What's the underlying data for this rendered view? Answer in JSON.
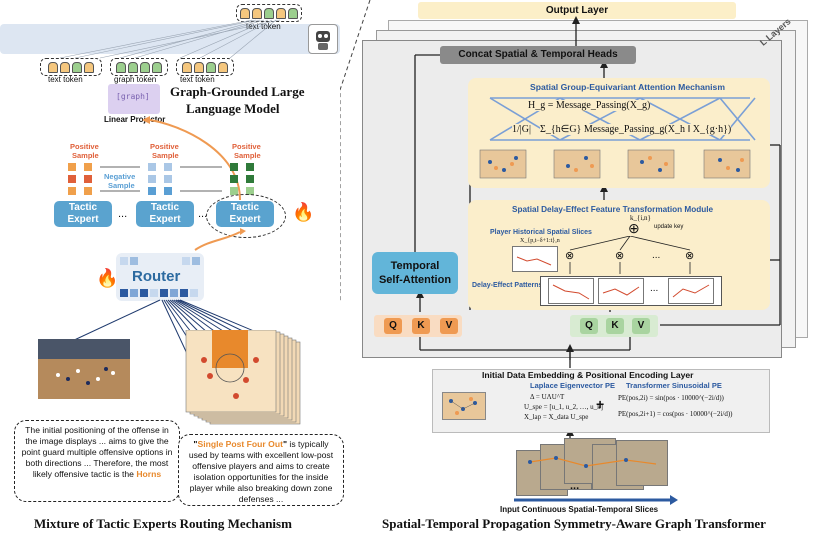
{
  "left": {
    "llm_title_line1": "Graph-Grounded Large",
    "llm_title_line2": "Language Model",
    "text_token_label": "text token",
    "graph_token_label": "graph token",
    "graph_box_text": "[graph]",
    "projector_label": "Linear Projector",
    "positive_sample": [
      "Positive",
      "Sample"
    ],
    "negative_sample": [
      "Negative",
      "Sample"
    ],
    "expert_label_line1": "Tactic",
    "expert_label_line2": "Expert",
    "ellipsis": "...",
    "router_label": "Router",
    "left_caption": "The initial positioning of the offense in the image displays ... aims to give the point guard multiple offensive options in both directions ... Therefore, the most likely offensive tactic is the",
    "left_caption_highlight": "Horns",
    "right_caption_quote": "Single Post Four Out",
    "right_caption": "is typically used by teams with excellent low-post offensive players and aims to create isolation opportunities for the inside player while also breaking down zone defenses ...",
    "section_title": "Mixture of Tactic Experts Routing Mechanism"
  },
  "right": {
    "output_layer": "Output Layer",
    "l_layers": "L Layers",
    "concat": "Concat Spatial & Temporal Heads",
    "sgea_title": "Spatial Group-Equivariant Attention Mechanism",
    "sgea_eq1": "H_g = Message_Passing(X_g)",
    "sgea_eq2_frac": "1/|G|",
    "sgea_eq2": "Σ_{h∈G} Message_Passing_g(X_h ‖ X_{g·h})",
    "sdet_title": "Spatial Delay-Effect Feature Transformation Module",
    "k_label": "k_{i,n}",
    "update_key": "update key",
    "player_slices": "Player Historical Spatial Slices",
    "x_slice": "X_{p,t−δ+1:t},n",
    "delay_patterns": "Delay-Effect Patterns",
    "ellipsis": "...",
    "temporal_line1": "Temporal",
    "temporal_line2": "Self-Attention",
    "q": "Q",
    "k": "K",
    "v": "V",
    "embed_title": "Initial Data Embedding & Positional Encoding Layer",
    "laplace": "Laplace Eigenvector PE",
    "sinusoidal": "Transformer Sinusoidal PE",
    "lap_eq1": "Δ = UΛU^T",
    "lap_eq2": "U_spe = [u_1, u_2, …, u_k]",
    "lap_eq3": "X_lap = X_data U_spe",
    "sin_eq1": "PE(pos,2i) = sin(pos · 10000^(−2i/d))",
    "sin_eq2": "PE(pos,2i+1) = cos(pos · 10000^(−2i/d))",
    "plus": "+",
    "input_caption": "Input Continuous Spatial-Temporal Slices",
    "dots": "...",
    "section_title": "Spatial-Temporal Propagation Symmetry-Aware Graph Transformer"
  },
  "colors": {
    "expert": "#5aa3cf",
    "router": "#2c6aa0",
    "orange": "#ef9a52",
    "green": "#a9d4a0",
    "cream": "#fbeecb",
    "positive": "#e0603a",
    "negative": "#5a9fd4",
    "highlight": "#e8892c"
  }
}
